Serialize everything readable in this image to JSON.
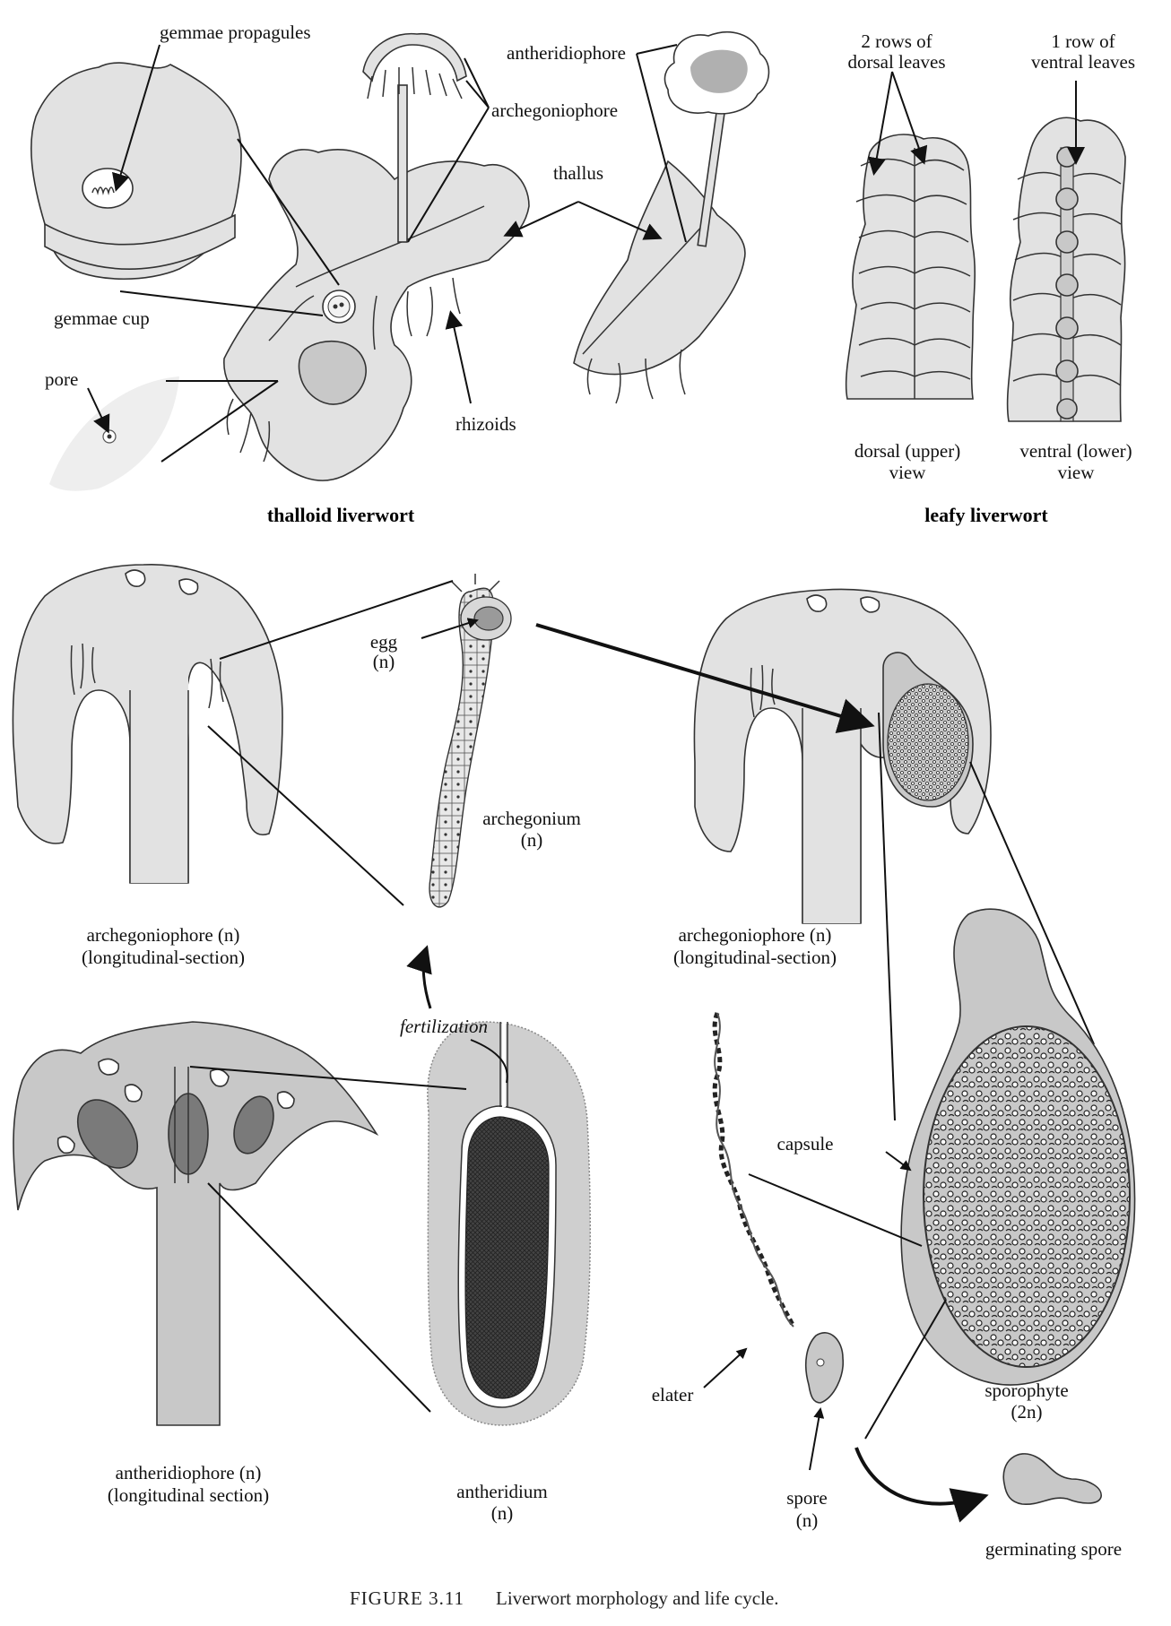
{
  "labels": {
    "gemmae_propagules": "gemmae propagules",
    "archegoniophore_top": "archegoniophore",
    "antheridiophore_top": "antheridiophore",
    "thallus": "thallus",
    "gemmae_cup": "gemmae cup",
    "pore": "pore",
    "rhizoids": "rhizoids",
    "dorsal_leaves_1": "2 rows of",
    "dorsal_leaves_2": "dorsal leaves",
    "ventral_leaves_1": "1 row of",
    "ventral_leaves_2": "ventral leaves",
    "dorsal_view_1": "dorsal (upper)",
    "dorsal_view_2": "view",
    "ventral_view_1": "ventral (lower)",
    "ventral_view_2": "view",
    "egg_1": "egg",
    "egg_2": "(n)",
    "archegonium_1": "archegonium",
    "archegonium_2": "(n)",
    "archegoniophore_left_1": "archegoniophore (n)",
    "archegoniophore_left_2": "(longitudinal-section)",
    "archegoniophore_right_1": "archegoniophore (n)",
    "archegoniophore_right_2": "(longitudinal-section)",
    "fertilization": "fertilization",
    "capsule": "capsule",
    "elater": "elater",
    "sporophyte_1": "sporophyte",
    "sporophyte_2": "(2n)",
    "antheridiophore_ls_1": "antheridiophore (n)",
    "antheridiophore_ls_2": "(longitudinal section)",
    "antheridium_1": "antheridium",
    "antheridium_2": "(n)",
    "spore_1": "spore",
    "spore_2": "(n)",
    "germinating_spore": "germinating spore"
  },
  "titles": {
    "thalloid": "thalloid liverwort",
    "leafy": "leafy liverwort"
  },
  "caption": {
    "figure": "FIGURE 3.11",
    "text": "Liverwort morphology and life cycle."
  }
}
